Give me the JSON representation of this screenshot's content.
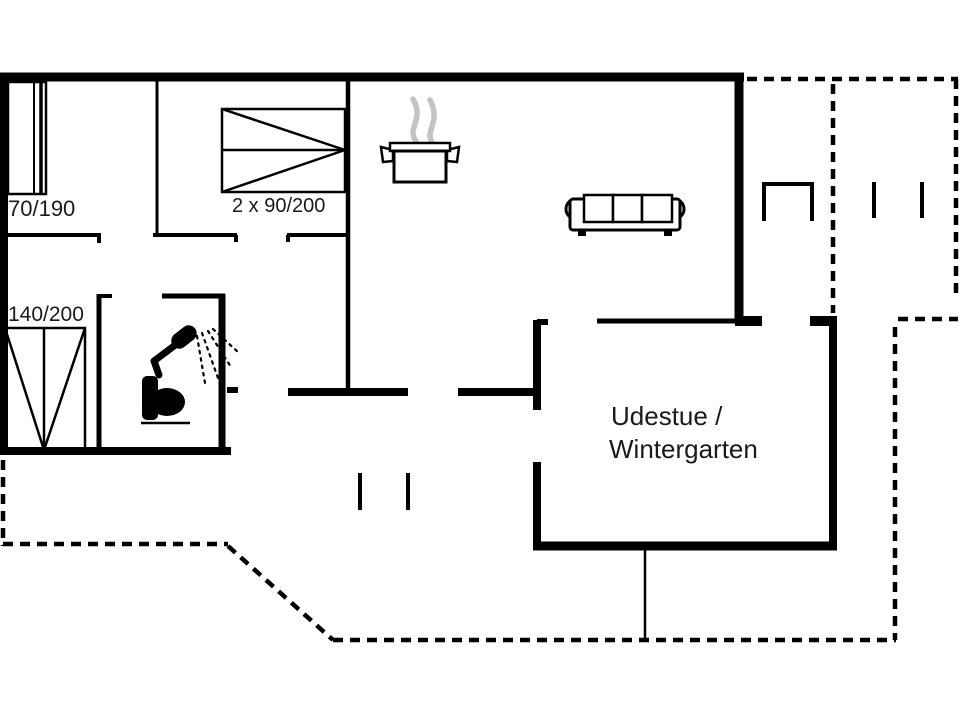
{
  "plan": {
    "type": "floor-plan",
    "colors": {
      "wall": "#000000",
      "text": "#1a1a1a",
      "steam": "#c3c3c3",
      "background": "#ffffff"
    },
    "labels": {
      "bed_70x190": "70/190",
      "bed_2x90x200": "2 x 90/200",
      "bed_140x200": "140/200",
      "udestue_line1": "Udestue /",
      "udestue_line2": "Wintergarten"
    },
    "icons": [
      "single-bed-icon",
      "double-bed-icon",
      "double-bed-140-icon",
      "cooking-pot-icon",
      "steam-icon",
      "sofa-icon",
      "shower-icon",
      "toilet-icon",
      "terrace-table-icon"
    ]
  }
}
